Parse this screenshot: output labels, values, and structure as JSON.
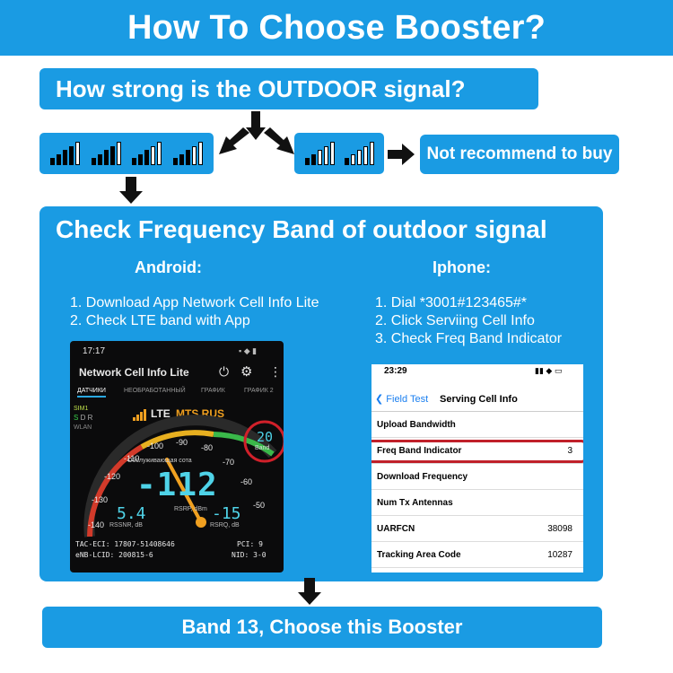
{
  "header": {
    "title": "How To Choose Booster?"
  },
  "question": {
    "text": "How strong is the OUTDOOR signal?"
  },
  "signal": {
    "strong": [
      4,
      4,
      3,
      3
    ],
    "weak": [
      2,
      1
    ],
    "levels_total": 5
  },
  "not_recommend": {
    "label": "Not recommend to buy"
  },
  "panel": {
    "title": "Check Frequency Band of outdoor signal",
    "android": {
      "label": "Android:",
      "steps": [
        "1. Download App Network Cell Info Lite",
        "2. Check LTE band with App"
      ]
    },
    "iphone": {
      "label": "Iphone:",
      "steps": [
        "1. Dial *3001#123465#*",
        "2. Click Serviing Cell Info",
        "3. Check Freq Band Indicator"
      ]
    }
  },
  "android_screen": {
    "time": "17:17",
    "app_title": "Network Cell Info Lite",
    "tabs": [
      "ДАТЧИКИ",
      "НЕОБРАБОТАННЫЙ",
      "ГРАФИК",
      "ГРАФИК 2"
    ],
    "sim": "SIM1",
    "sdr": [
      "S",
      "D",
      "R"
    ],
    "wlan": "WLAN",
    "network": "LTE",
    "operator": "MTS RUS",
    "band_number": "20",
    "band_label": "Band",
    "gauge_ticks": [
      "-140",
      "-130",
      "-120",
      "-110",
      "-100",
      "-90",
      "-80",
      "-70",
      "-60",
      "-50"
    ],
    "gauge_caption": "Обслуживающая сота",
    "rsrp": "-112",
    "rsrp_label": "RSRP, dBm",
    "rssnr": "5.4",
    "rssnr_label": "RSSNR, dB",
    "rsrq": "-15",
    "rsrq_label": "RSRQ, dB",
    "tac_eci": "TAC-ECI: 17807-51408646",
    "enb_lcid": "eNB-LCID: 200815-6",
    "pci": "PCI: 9",
    "nid": "NID: 3-0"
  },
  "iphone_screen": {
    "time": "23:29",
    "back": "Field Test",
    "title": "Serving Cell Info",
    "rows": [
      {
        "label": "Upload Bandwidth",
        "value": ""
      },
      {
        "label": "Freq Band Indicator",
        "value": "3"
      },
      {
        "label": "Download Frequency",
        "value": ""
      },
      {
        "label": "Num Tx Antennas",
        "value": ""
      },
      {
        "label": "UARFCN",
        "value": "38098"
      },
      {
        "label": "Tracking Area Code",
        "value": "10287"
      }
    ]
  },
  "result": {
    "label": "Band 13, Choose this Booster"
  },
  "colors": {
    "blue": "#1a9be3",
    "highlight": "#c0202a",
    "gauge_cyan": "#4fd3e8",
    "operator_orange": "#f0a020"
  }
}
